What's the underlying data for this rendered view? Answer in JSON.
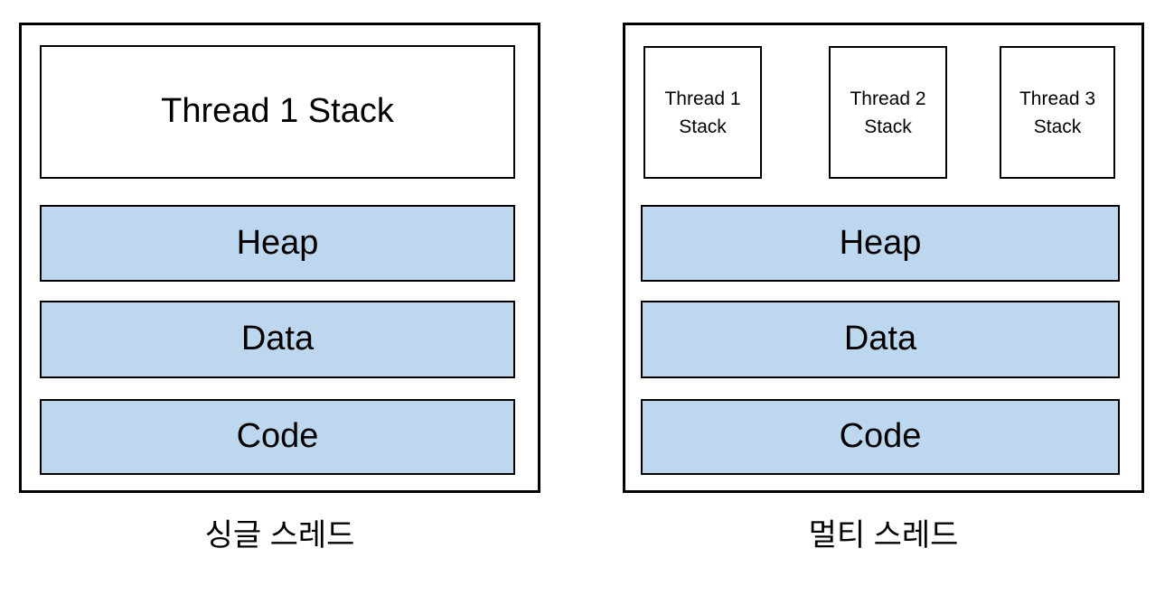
{
  "colors": {
    "segment_fill": "#BDD7EE",
    "box_border": "#000000",
    "background": "#FFFFFF",
    "text": "#000000"
  },
  "single": {
    "caption": "싱글 스레드",
    "stack_label": "Thread 1 Stack",
    "segments": [
      "Heap",
      "Data",
      "Code"
    ]
  },
  "multi": {
    "caption": "멀티 스레드",
    "threads": [
      {
        "line1": "Thread 1",
        "line2": "Stack"
      },
      {
        "line1": "Thread 2",
        "line2": "Stack"
      },
      {
        "line1": "Thread 3",
        "line2": "Stack"
      }
    ],
    "segments": [
      "Heap",
      "Data",
      "Code"
    ]
  }
}
